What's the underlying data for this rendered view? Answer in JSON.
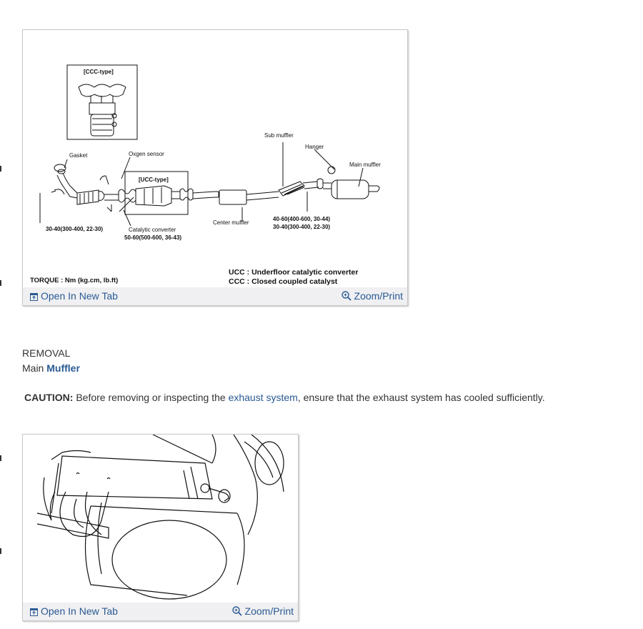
{
  "figure1": {
    "labels": {
      "ccc_type": "[CCC-type]",
      "ucc_type": "[UCC-type]",
      "gasket": "Gasket",
      "oxygen_sensor": "Oxgen sensor",
      "sub_muffler": "Sub muffler",
      "hanger": "Hanger",
      "main_muffler": "Main muffler",
      "center_muffler": "Center muffler",
      "catalytic_converter_line1": "Catalytic converter",
      "catalytic_converter_line2": "50-60(500-600, 36-43)",
      "torque_left": "30-40(300-400, 22-30)",
      "torque_right_line1": "40-60(400-600, 30-44)",
      "torque_right_line2": "30-40(300-400, 22-30)",
      "torque_units": "TORQUE : Nm (kg.cm, lb.ft)",
      "legend_ucc": "UCC : Underfloor catalytic converter",
      "legend_ccc": "CCC : Closed coupled catalyst"
    },
    "open_tab_label": "Open In New Tab",
    "zoom_print_label": "Zoom/Print"
  },
  "removal_heading": "REMOVAL",
  "sub_heading": {
    "prefix": "Main",
    "link": "Muffler"
  },
  "caution": {
    "label": "CAUTION:",
    "text_before": "Before removing or inspecting the",
    "link": "exhaust system",
    "text_after": ", ensure that the exhaust system has cooled sufficiently."
  },
  "figure2": {
    "open_tab_label": "Open In New Tab",
    "zoom_print_label": "Zoom/Print"
  },
  "colors": {
    "link": "#2a5a93",
    "toolbar_bg": "#f0f0f2",
    "border": "#c8c8c8"
  },
  "icons": {
    "open_tab": "open-in-new-tab-icon",
    "zoom": "zoom-magnifier-icon"
  }
}
